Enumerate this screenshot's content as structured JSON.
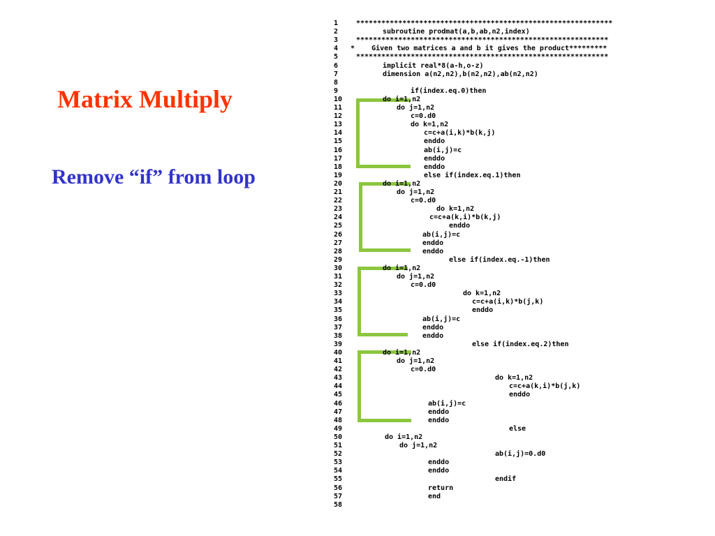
{
  "slide": {
    "title": "Matrix Multiply",
    "subtitle": "Remove “if” from loop",
    "colors": {
      "title": "#ff3300",
      "subtitle": "#3333cc",
      "bracket": "#8cc63f",
      "code": "#000000"
    }
  },
  "code": {
    "lines": [
      {
        "n": "1",
        "t": "*************************************************************"
      },
      {
        "n": "2",
        "t": "subroutine prodmat(a,b,ab,n2,index)"
      },
      {
        "n": "3",
        "t": "************************************************************"
      },
      {
        "n": "4",
        "t": "*    Given two matrices a and b it gives the product*********"
      },
      {
        "n": "5",
        "t": "************************************************************"
      },
      {
        "n": "6",
        "t": "implicit real*8(a-h,o-z)"
      },
      {
        "n": "7",
        "t": "dimension a(n2,n2),b(n2,n2),ab(n2,n2)"
      },
      {
        "n": "8",
        "t": ""
      },
      {
        "n": "9",
        "t": "if(index.eq.0)then"
      },
      {
        "n": "10",
        "t": "do i=1,n2"
      },
      {
        "n": "11",
        "t": "do j=1,n2"
      },
      {
        "n": "12",
        "t": "c=0.d0"
      },
      {
        "n": "13",
        "t": "do k=1,n2"
      },
      {
        "n": "14",
        "t": "c=c+a(i,k)*b(k,j)"
      },
      {
        "n": "15",
        "t": "enddo"
      },
      {
        "n": "16",
        "t": "ab(i,j)=c"
      },
      {
        "n": "17",
        "t": "enddo"
      },
      {
        "n": "18",
        "t": "enddo"
      },
      {
        "n": "19",
        "t": "else if(index.eq.1)then"
      },
      {
        "n": "20",
        "t": "do i=1,n2"
      },
      {
        "n": "21",
        "t": "do j=1,n2"
      },
      {
        "n": "22",
        "t": "c=0.d0"
      },
      {
        "n": "23",
        "t": "do k=1,n2"
      },
      {
        "n": "24",
        "t": "c=c+a(k,i)*b(k,j)"
      },
      {
        "n": "25",
        "t": "enddo"
      },
      {
        "n": "26",
        "t": "ab(i,j)=c"
      },
      {
        "n": "27",
        "t": "enddo"
      },
      {
        "n": "28",
        "t": "enddo"
      },
      {
        "n": "29",
        "t": "else if(index.eq.-1)then"
      },
      {
        "n": "30",
        "t": "do i=1,n2"
      },
      {
        "n": "31",
        "t": "do j=1,n2"
      },
      {
        "n": "32",
        "t": "c=0.d0"
      },
      {
        "n": "33",
        "t": "do k=1,n2"
      },
      {
        "n": "34",
        "t": "c=c+a(i,k)*b(j,k)"
      },
      {
        "n": "35",
        "t": "enddo"
      },
      {
        "n": "36",
        "t": "ab(i,j)=c"
      },
      {
        "n": "37",
        "t": "enddo"
      },
      {
        "n": "38",
        "t": "enddo"
      },
      {
        "n": "39",
        "t": "else if(index.eq.2)then"
      },
      {
        "n": "40",
        "t": "do i=1,n2"
      },
      {
        "n": "41",
        "t": "do j=1,n2"
      },
      {
        "n": "42",
        "t": "c=0.d0"
      },
      {
        "n": "43",
        "t": "do k=1,n2"
      },
      {
        "n": "44",
        "t": "c=c+a(k,i)*b(j,k)"
      },
      {
        "n": "45",
        "t": "enddo"
      },
      {
        "n": "46",
        "t": "ab(i,j)=c"
      },
      {
        "n": "47",
        "t": "enddo"
      },
      {
        "n": "48",
        "t": "enddo"
      },
      {
        "n": "49",
        "t": "else"
      },
      {
        "n": "50",
        "t": "do i=1,n2"
      },
      {
        "n": "51",
        "t": "do j=1,n2"
      },
      {
        "n": "52",
        "t": "ab(i,j)=0.d0"
      },
      {
        "n": "53",
        "t": "enddo"
      },
      {
        "n": "54",
        "t": "enddo"
      },
      {
        "n": "55",
        "t": "endif"
      },
      {
        "n": "56",
        "t": "return"
      },
      {
        "n": "57",
        "t": "end"
      },
      {
        "n": "58",
        "t": ""
      }
    ]
  }
}
